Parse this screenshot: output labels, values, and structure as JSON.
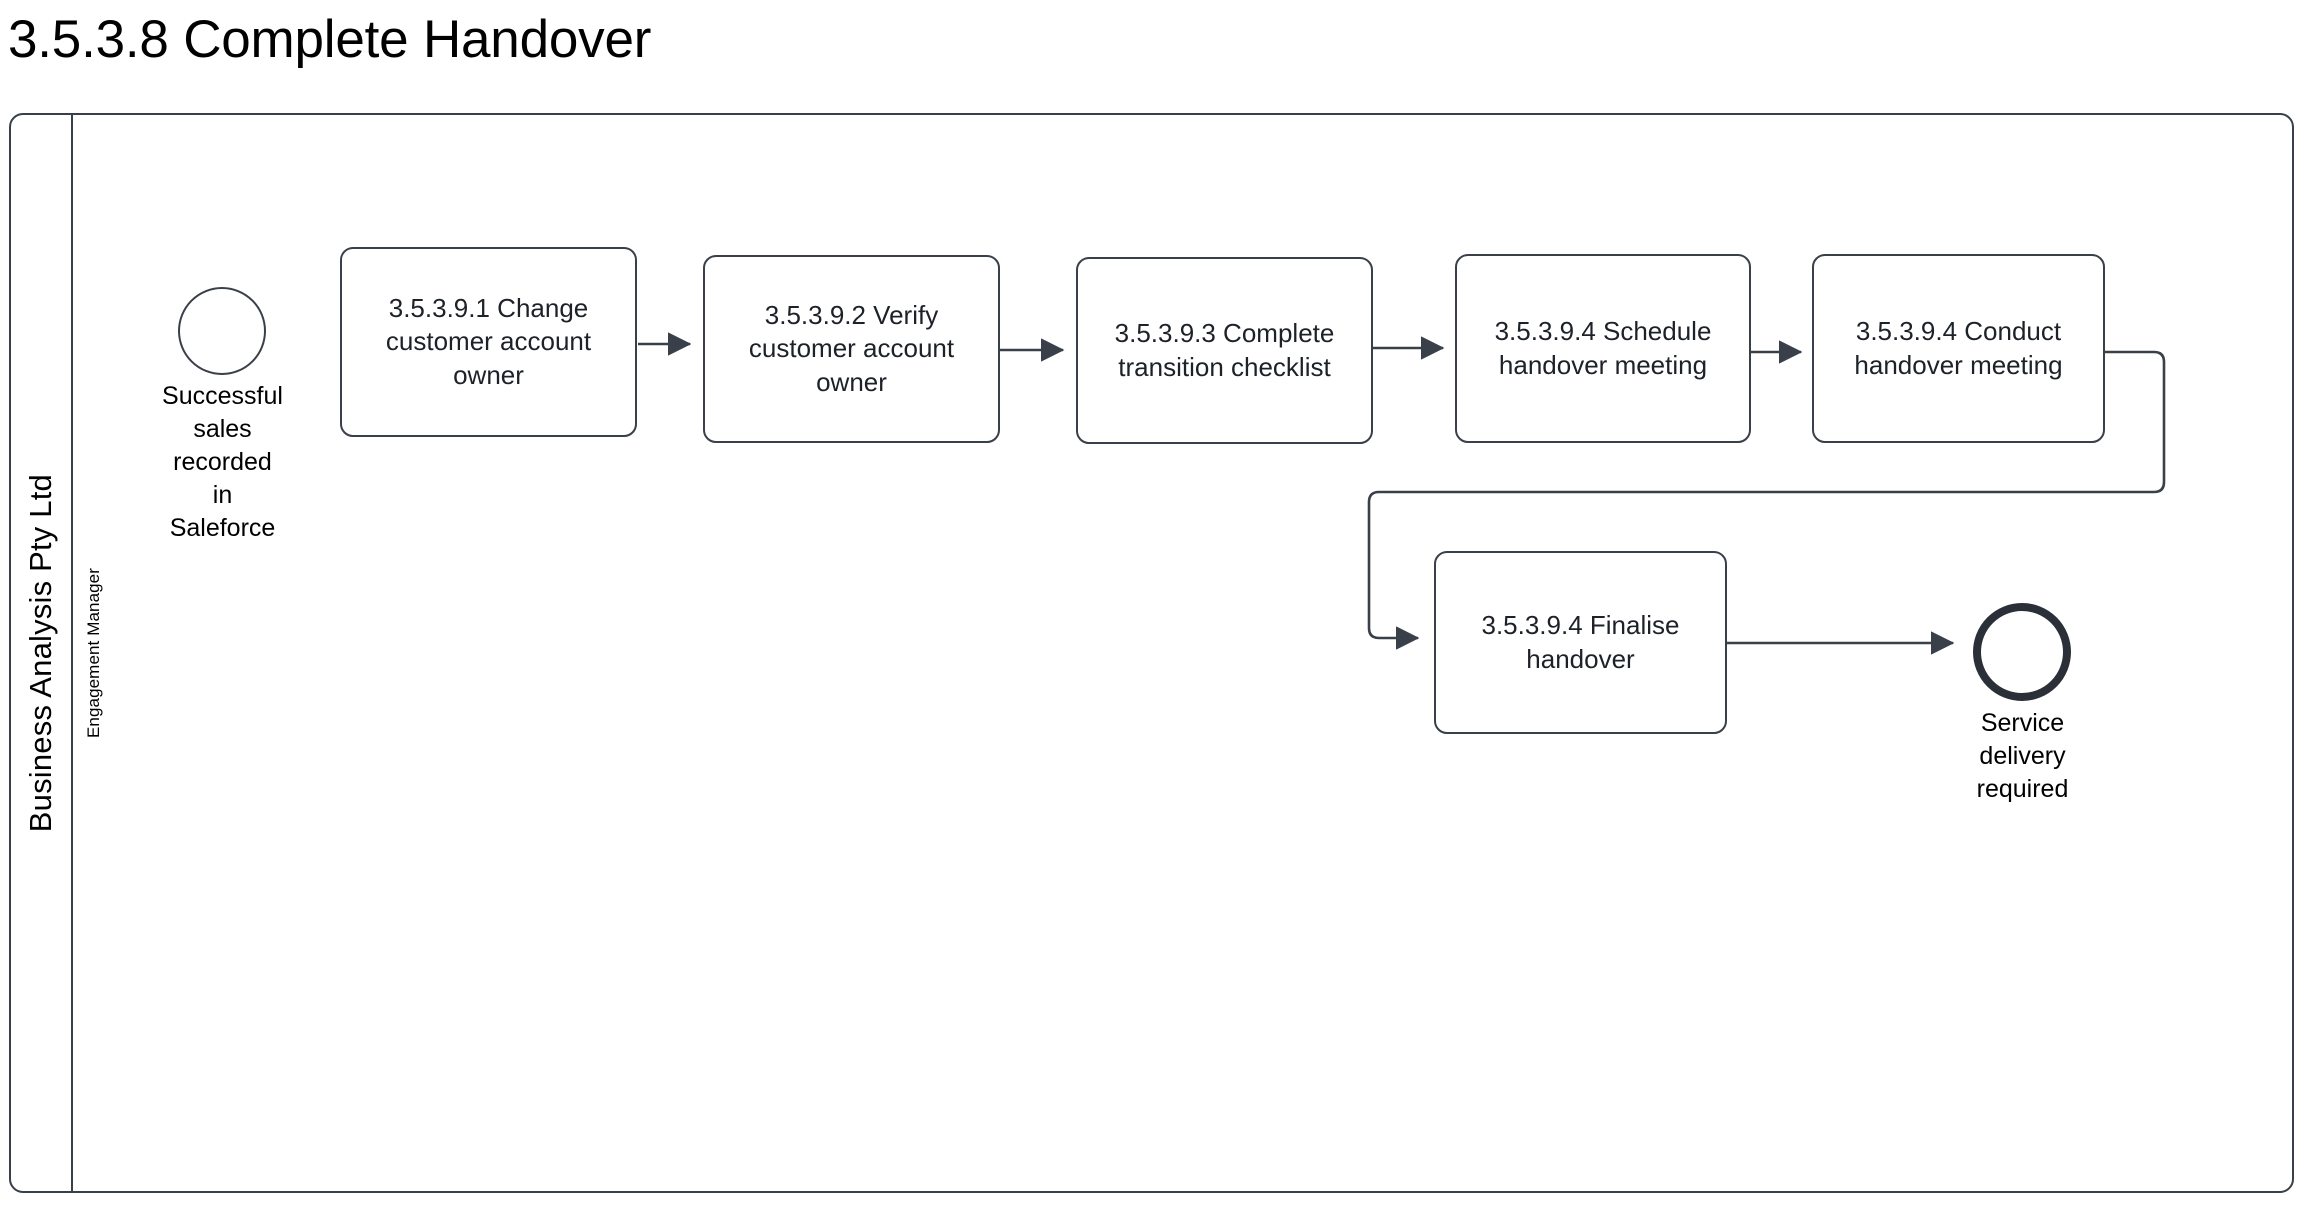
{
  "title": "3.5.3.8 Complete Handover",
  "pool": {
    "label": "Business Analysis Pty Ltd",
    "lane": {
      "label": "Engagement Manager"
    }
  },
  "colors": {
    "stroke": "#3a4049",
    "connector": "#3a4049",
    "end_event_stroke": "#2b2f38",
    "text": "#1d2128",
    "background": "#ffffff"
  },
  "events": {
    "start": {
      "type": "start-event",
      "label": "Successful\nsales\nrecorded\nin\nSaleforce"
    },
    "end": {
      "type": "end-event",
      "label": "Service\ndelivery\nrequired"
    }
  },
  "tasks": [
    {
      "id": "task-change-owner",
      "label": "3.5.3.9.1 Change\ncustomer account\nowner"
    },
    {
      "id": "task-verify-owner",
      "label": "3.5.3.9.2 Verify\ncustomer account\nowner"
    },
    {
      "id": "task-transition-list",
      "label": "3.5.3.9.3 Complete\ntransition checklist"
    },
    {
      "id": "task-schedule-meeting",
      "label": "3.5.3.9.4  Schedule\nhandover meeting"
    },
    {
      "id": "task-conduct-meeting",
      "label": "3.5.3.9.4  Conduct\nhandover meeting"
    },
    {
      "id": "task-finalise",
      "label": "3.5.3.9.4  Finalise\nhandover"
    }
  ],
  "flows": [
    {
      "from": "start-event",
      "to": "task-change-owner"
    },
    {
      "from": "task-change-owner",
      "to": "task-verify-owner"
    },
    {
      "from": "task-verify-owner",
      "to": "task-transition-list"
    },
    {
      "from": "task-transition-list",
      "to": "task-schedule-meeting"
    },
    {
      "from": "task-schedule-meeting",
      "to": "task-conduct-meeting"
    },
    {
      "from": "task-conduct-meeting",
      "to": "task-finalise"
    },
    {
      "from": "task-finalise",
      "to": "end-event"
    }
  ]
}
